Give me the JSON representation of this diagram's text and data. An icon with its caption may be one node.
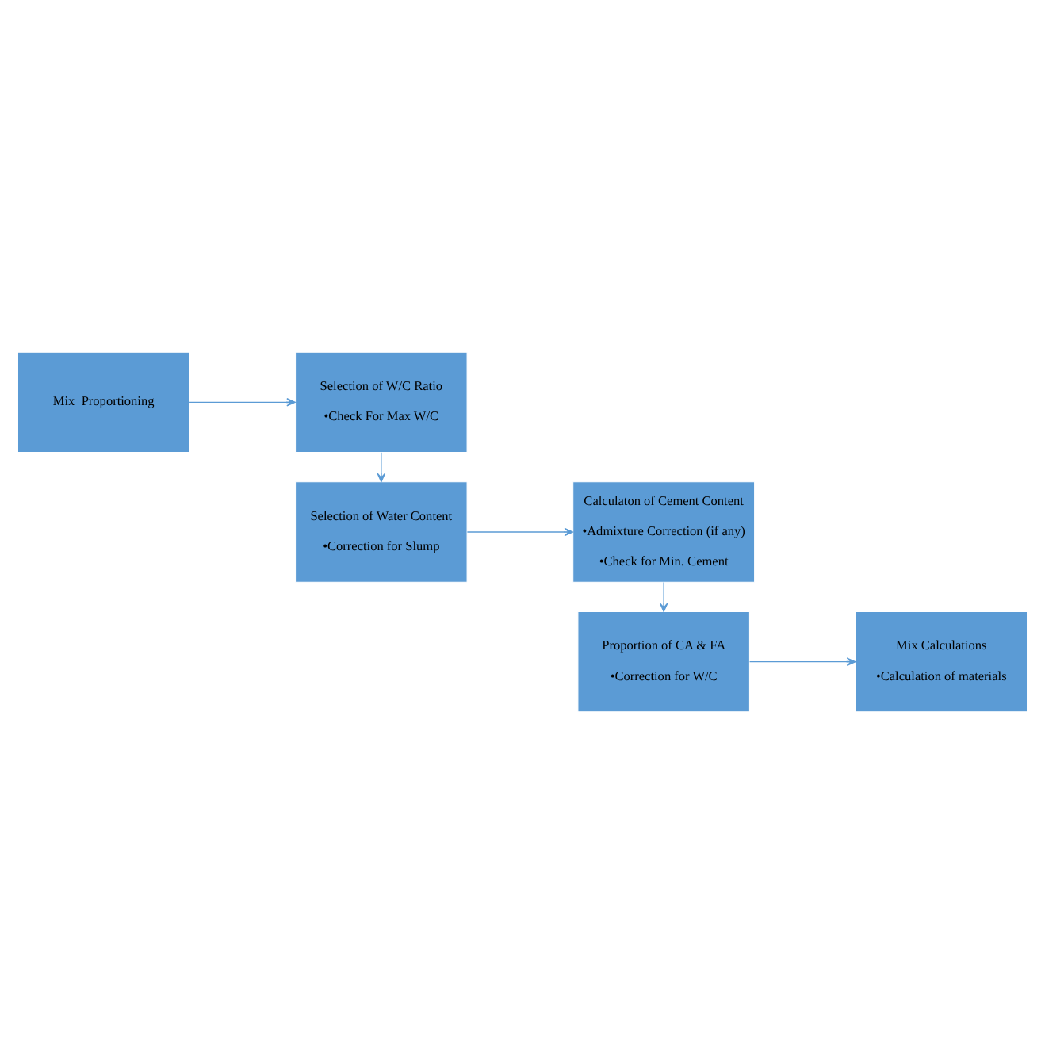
{
  "diagram": {
    "nodes": [
      {
        "text": [
          "Mix  Proportioning"
        ]
      },
      {
        "text": [
          "Selection of W/C Ratio",
          "•Check For Max W/C"
        ]
      },
      {
        "text": [
          "Selection of Water Content",
          "•Correction for Slump"
        ]
      },
      {
        "text": [
          "Calculaton of Cement Content",
          "•Admixture Correction (if any)",
          "•Check for Min. Cement"
        ]
      },
      {
        "text": [
          "Proportion of CA & FA",
          "•Correction for W/C"
        ]
      },
      {
        "text": [
          "Mix Calculations",
          "•Calculation of materials"
        ]
      }
    ],
    "edges": [
      {
        "from": 0,
        "to": 1,
        "arrow": "to"
      },
      {
        "from": 1,
        "to": 2,
        "arrow": "to"
      },
      {
        "from": 2,
        "to": 3,
        "arrow": "to"
      },
      {
        "from": 3,
        "to": 4,
        "arrow": "to"
      },
      {
        "from": 4,
        "to": 5,
        "arrow": "to"
      }
    ]
  }
}
